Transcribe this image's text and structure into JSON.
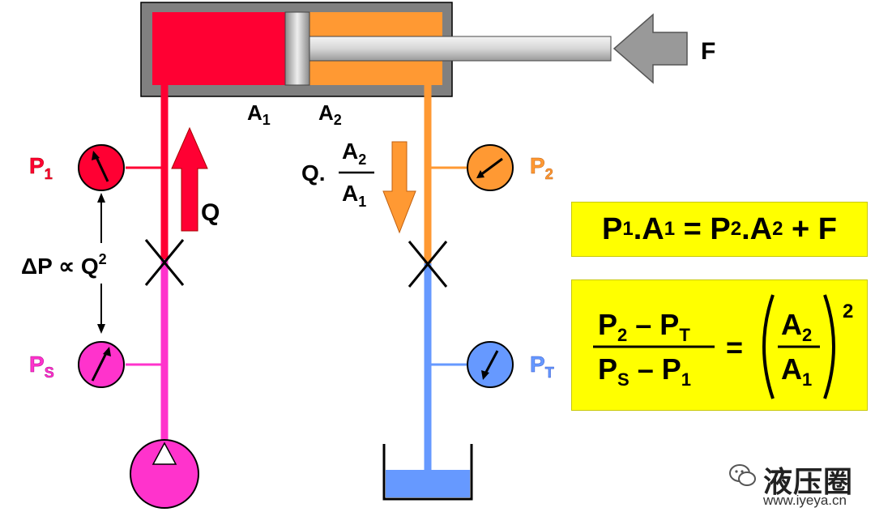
{
  "labels": {
    "force": "F",
    "area_1": "A",
    "area_1_sub": "1",
    "area_2": "A",
    "area_2_sub": "2",
    "p1": "P",
    "p1_sub": "1",
    "p2": "P",
    "p2_sub": "2",
    "ps": "P",
    "ps_sub": "S",
    "pt": "P",
    "pt_sub": "T",
    "flow": "Q",
    "return_flow_prefix": "Q.",
    "return_num": "A",
    "return_num_sub": "2",
    "return_den": "A",
    "return_den_sub": "1",
    "dp_relation": "ΔP ∝ Q",
    "dp_relation_sup": "2"
  },
  "equation_1": {
    "lhs_p": "P",
    "lhs_p_sub": "1",
    "lhs_dot_a": ".A",
    "lhs_a_sub": "1",
    "eq": " = ",
    "rhs_p": "P",
    "rhs_p_sub": "2",
    "rhs_dot_a": ".A",
    "rhs_a_sub": "2",
    "plus_f": " + F"
  },
  "equation_2": {
    "num_p2": "P",
    "num_p2_sub": "2",
    "num_minus": " – ",
    "num_pt": "P",
    "num_pt_sub": "T",
    "den_ps": "P",
    "den_ps_sub": "S",
    "den_minus": " – ",
    "den_p1": "P",
    "den_p1_sub": "1",
    "equals": "=",
    "frac_num": "A",
    "frac_num_sub": "2",
    "frac_den": "A",
    "frac_den_sub": "1",
    "exponent": "2"
  },
  "watermark": {
    "brand": "液压圈",
    "url": "www.iyeya.cn"
  },
  "colors": {
    "cap_side": "#ff0033",
    "rod_side": "#ff9933",
    "supply": "#ff33cc",
    "tank": "#6699ff",
    "cylinder_body": "#808080",
    "equation_box": "#ffff00",
    "force_arrow": "#999999"
  }
}
